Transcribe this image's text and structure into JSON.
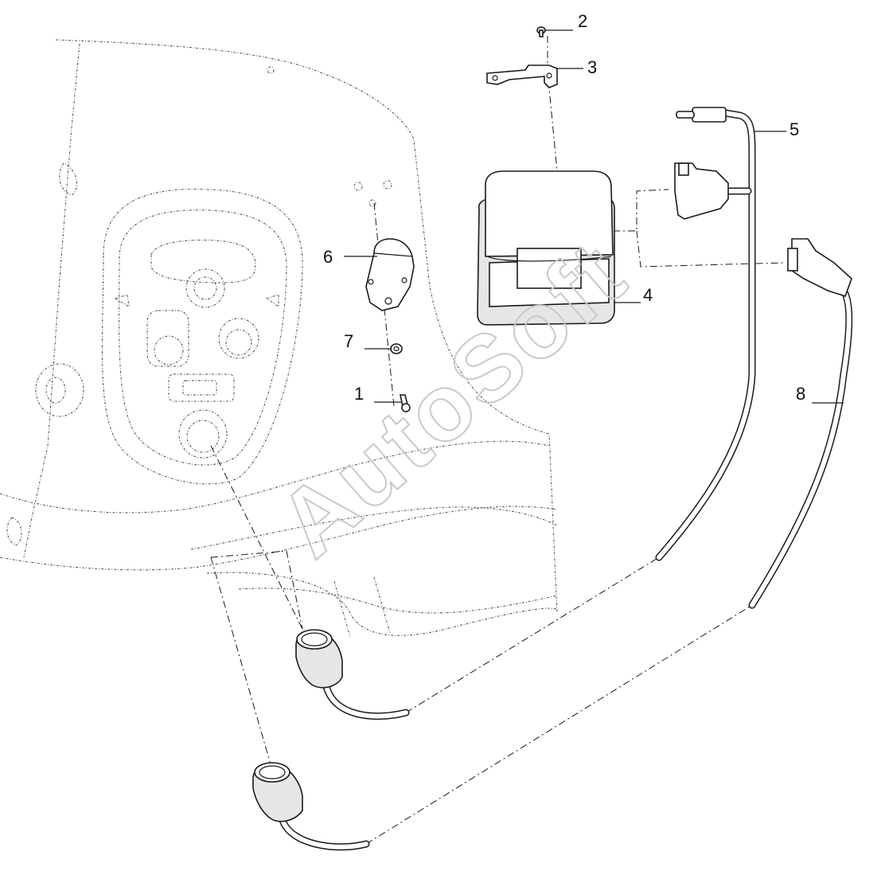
{
  "callouts": [
    {
      "id": "1",
      "label": "1"
    },
    {
      "id": "2",
      "label": "2"
    },
    {
      "id": "3",
      "label": "3"
    },
    {
      "id": "4",
      "label": "4"
    },
    {
      "id": "5",
      "label": "5"
    },
    {
      "id": "6",
      "label": "6"
    },
    {
      "id": "7",
      "label": "7"
    },
    {
      "id": "8",
      "label": "8"
    }
  ],
  "watermark": "AutoSoft"
}
